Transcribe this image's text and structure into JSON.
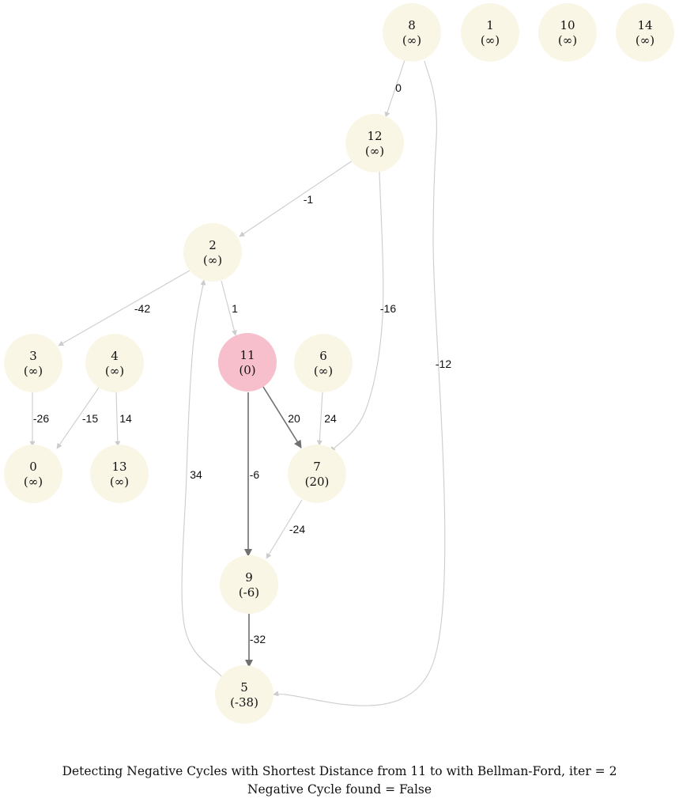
{
  "caption": {
    "line1": "Detecting Negative Cycles with Shortest Distance from 11 to with Bellman-Ford, iter = 2",
    "line2": "Negative Cycle found = False"
  },
  "colors": {
    "node_fill": "#faf6e6",
    "source_fill": "#f7bfcb",
    "edge_default": "#cccccc",
    "edge_active": "#707070"
  },
  "nodes": [
    {
      "id": "8",
      "label": "8",
      "dist": "(∞)",
      "source": false
    },
    {
      "id": "1",
      "label": "1",
      "dist": "(∞)",
      "source": false
    },
    {
      "id": "10",
      "label": "10",
      "dist": "(∞)",
      "source": false
    },
    {
      "id": "14",
      "label": "14",
      "dist": "(∞)",
      "source": false
    },
    {
      "id": "12",
      "label": "12",
      "dist": "(∞)",
      "source": false
    },
    {
      "id": "2",
      "label": "2",
      "dist": "(∞)",
      "source": false
    },
    {
      "id": "3",
      "label": "3",
      "dist": "(∞)",
      "source": false
    },
    {
      "id": "4",
      "label": "4",
      "dist": "(∞)",
      "source": false
    },
    {
      "id": "11",
      "label": "11",
      "dist": "(0)",
      "source": true
    },
    {
      "id": "6",
      "label": "6",
      "dist": "(∞)",
      "source": false
    },
    {
      "id": "0",
      "label": "0",
      "dist": "(∞)",
      "source": false
    },
    {
      "id": "13",
      "label": "13",
      "dist": "(∞)",
      "source": false
    },
    {
      "id": "7",
      "label": "7",
      "dist": "(20)",
      "source": false
    },
    {
      "id": "9",
      "label": "9",
      "dist": "(-6)",
      "source": false
    },
    {
      "id": "5",
      "label": "5",
      "dist": "(-38)",
      "source": false
    }
  ],
  "edges": [
    {
      "from": "8",
      "to": "12",
      "weight": "0",
      "active": false
    },
    {
      "from": "8",
      "to": "5",
      "weight": "-12",
      "active": false
    },
    {
      "from": "12",
      "to": "2",
      "weight": "-1",
      "active": false
    },
    {
      "from": "12",
      "to": "7",
      "weight": "-16",
      "active": false
    },
    {
      "from": "2",
      "to": "3",
      "weight": "-42",
      "active": false
    },
    {
      "from": "2",
      "to": "11",
      "weight": "1",
      "active": false
    },
    {
      "from": "3",
      "to": "0",
      "weight": "-26",
      "active": false
    },
    {
      "from": "4",
      "to": "0",
      "weight": "-15",
      "active": false
    },
    {
      "from": "4",
      "to": "13",
      "weight": "14",
      "active": false
    },
    {
      "from": "11",
      "to": "7",
      "weight": "20",
      "active": true
    },
    {
      "from": "11",
      "to": "9",
      "weight": "-6",
      "active": true
    },
    {
      "from": "6",
      "to": "7",
      "weight": "24",
      "active": false
    },
    {
      "from": "7",
      "to": "9",
      "weight": "-24",
      "active": false
    },
    {
      "from": "9",
      "to": "5",
      "weight": "-32",
      "active": true
    },
    {
      "from": "5",
      "to": "2",
      "weight": "34",
      "active": false
    }
  ]
}
